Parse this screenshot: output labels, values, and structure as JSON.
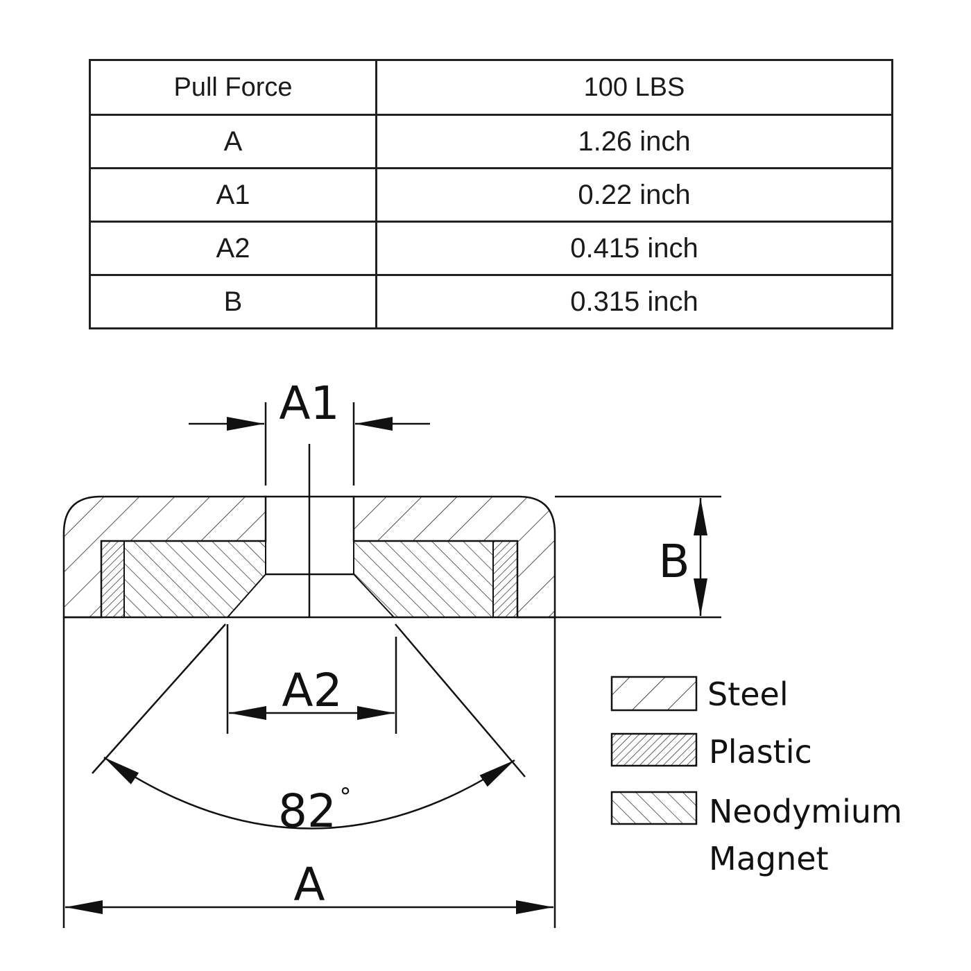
{
  "spec_table": {
    "rows": [
      {
        "label": "Pull  Force",
        "value": "100 LBS"
      },
      {
        "label": "A",
        "value": "1.26 inch"
      },
      {
        "label": "A1",
        "value": "0.22 inch"
      },
      {
        "label": "A2",
        "value": "0.415 inch"
      },
      {
        "label": "B",
        "value": "0.315 inch"
      }
    ]
  },
  "drawing": {
    "dim_a1": "A1",
    "dim_b": "B",
    "dim_a2": "A2",
    "angle": "82",
    "degree_mark": "°",
    "dim_a": "A"
  },
  "legend": {
    "steel": "Steel",
    "plastic": "Plastic",
    "magnet_line1": "Neodymium",
    "magnet_line2": "Magnet"
  }
}
